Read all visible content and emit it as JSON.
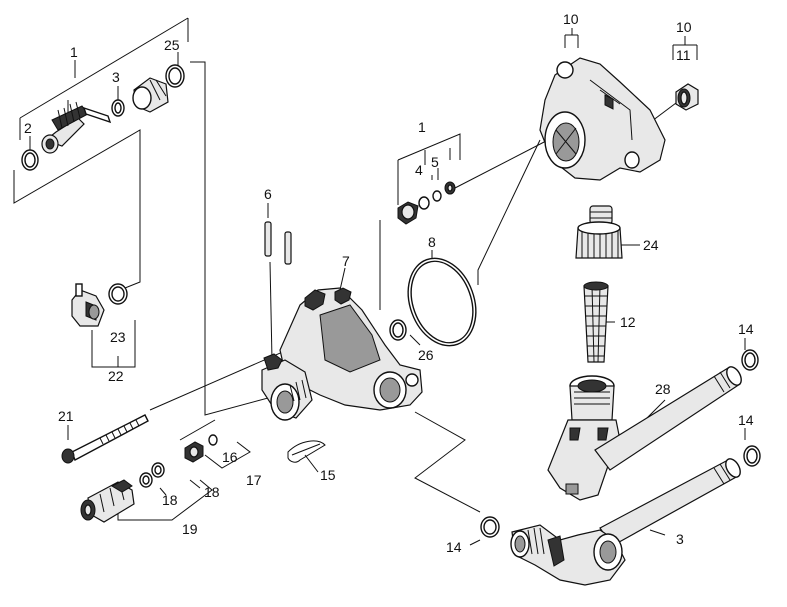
{
  "callouts": [
    {
      "id": "c1a",
      "text": "1"
    },
    {
      "id": "c2",
      "text": "2"
    },
    {
      "id": "c3a",
      "text": "3"
    },
    {
      "id": "c25",
      "text": "25"
    },
    {
      "id": "c10a",
      "text": "10"
    },
    {
      "id": "c10b",
      "text": "10"
    },
    {
      "id": "c11",
      "text": "11"
    },
    {
      "id": "c1b",
      "text": "1"
    },
    {
      "id": "c4",
      "text": "4"
    },
    {
      "id": "c5",
      "text": "5"
    },
    {
      "id": "c6",
      "text": "6"
    },
    {
      "id": "c7",
      "text": "7"
    },
    {
      "id": "c8",
      "text": "8"
    },
    {
      "id": "c24",
      "text": "24"
    },
    {
      "id": "c23",
      "text": "23"
    },
    {
      "id": "c22",
      "text": "22"
    },
    {
      "id": "c12",
      "text": "12"
    },
    {
      "id": "c26",
      "text": "26"
    },
    {
      "id": "c14a",
      "text": "14"
    },
    {
      "id": "c28",
      "text": "28"
    },
    {
      "id": "c14b",
      "text": "14"
    },
    {
      "id": "c21",
      "text": "21"
    },
    {
      "id": "c16",
      "text": "16"
    },
    {
      "id": "c17",
      "text": "17"
    },
    {
      "id": "c15",
      "text": "15"
    },
    {
      "id": "c18a",
      "text": "18"
    },
    {
      "id": "c18b",
      "text": "18"
    },
    {
      "id": "c19",
      "text": "19"
    },
    {
      "id": "c14c",
      "text": "14"
    },
    {
      "id": "c3b",
      "text": "3"
    }
  ],
  "parts": [
    "valve-insert",
    "o-ring",
    "sleeve",
    "pump-head-cover",
    "union-nut",
    "valve-cartridge",
    "pin",
    "pump-housing",
    "gasket-ring",
    "hose-connector",
    "filter-cartridge",
    "filter-housing",
    "connection-pipe",
    "elbow-pipe",
    "tie-bolt",
    "hairpin-clip",
    "hose-nipple",
    "seal-ring"
  ]
}
